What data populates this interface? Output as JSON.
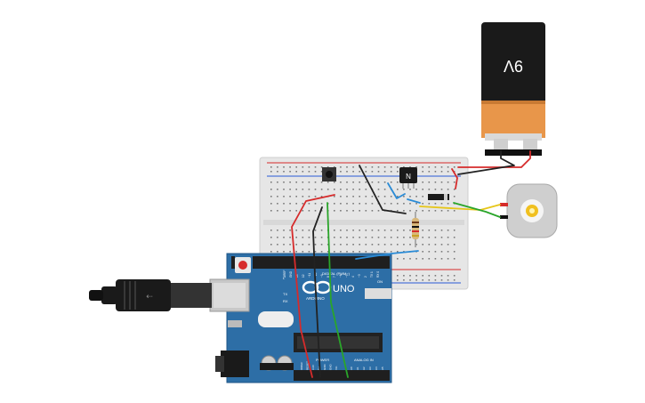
{
  "battery": {
    "label": "9V"
  },
  "arduino": {
    "brand": "UNO",
    "logo_text": "ARDUINO",
    "digital_label": "DIGITAL (PWM~)",
    "power_label": "POWER",
    "analog_label": "ANALOG IN",
    "tx_label": "TX",
    "rx_label": "RX",
    "l_label": "L",
    "on_label": "ON",
    "pin_labels_digital": [
      "AREF",
      "GND",
      "13",
      "12",
      "~11",
      "~10",
      "~9",
      "8",
      "7",
      "~6",
      "~5",
      "4",
      "~3",
      "2",
      "TX 1",
      "RX 0"
    ],
    "pin_labels_power": [
      "IOREF",
      "RESET",
      "3.3V",
      "5V",
      "GND",
      "GND",
      "Vin"
    ],
    "pin_labels_analog": [
      "A0",
      "A1",
      "A2",
      "A3",
      "A4",
      "A5"
    ]
  },
  "transistor": {
    "label": "N"
  },
  "colors": {
    "board": "#2d6ea6",
    "breadboard": "#e6e6e6",
    "battery_body": "#1a1a1a",
    "battery_cap": "#e8964a",
    "wire_red": "#d62b2b",
    "wire_black": "#222222",
    "wire_green": "#2aa52a",
    "wire_blue": "#2a8bd6",
    "wire_yellow": "#e6c619"
  }
}
